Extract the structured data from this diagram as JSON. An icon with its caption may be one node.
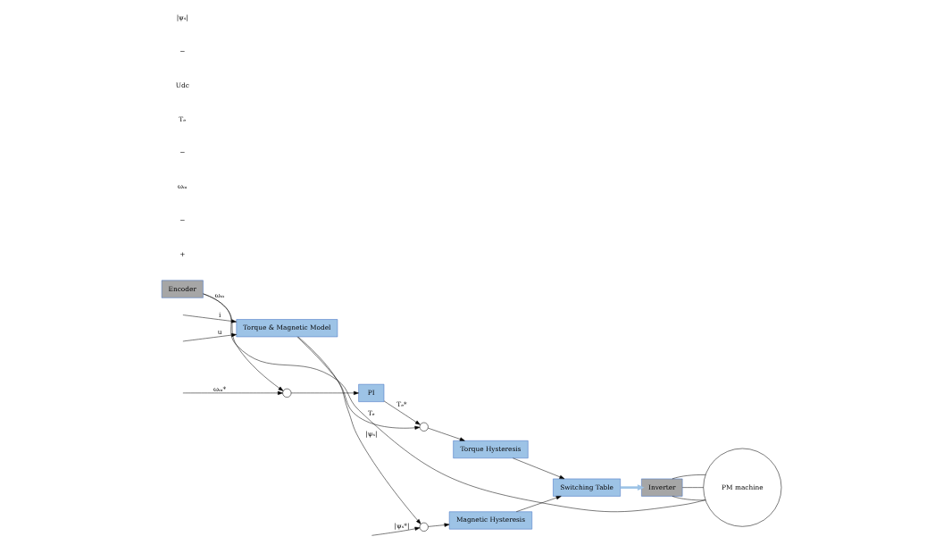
{
  "diagram": {
    "nodes": [
      {
        "text": [],
        "shape": "circle"
      },
      {
        "text": [
          "PI"
        ]
      },
      {
        "text": [],
        "shape": "circle"
      },
      {
        "text": [
          "Torque Hysteresis"
        ]
      },
      {
        "text": [],
        "shape": "circle"
      },
      {
        "text": [
          "Magnetic Hysteresis"
        ]
      },
      {
        "text": [
          "Switching Table"
        ]
      },
      {
        "text": [
          "Inverter"
        ]
      },
      {
        "text": [
          "Torque & Magnetic Model"
        ]
      },
      {
        "text": [
          "Encoder"
        ]
      },
      {
        "text": [
          "PM machine"
        ]
      }
    ],
    "edges": [
      {
        "from": null,
        "to": 0,
        "arrow": "to",
        "label": "ωₘ*"
      },
      {
        "from": 0,
        "to": 1,
        "arrow": "to"
      },
      {
        "from": 1,
        "to": 2,
        "arrow": "to",
        "label": "Tₑ*"
      },
      {
        "from": 2,
        "to": 3,
        "arrow": "to"
      },
      {
        "from": null,
        "to": 4,
        "arrow": "to",
        "label": "|ψₛ*|"
      },
      {
        "from": 4,
        "to": 5,
        "arrow": "to"
      },
      {
        "from": 3,
        "to": 6,
        "arrow": "to"
      },
      {
        "from": 5,
        "to": 6,
        "arrow": "to"
      },
      {
        "from": 6,
        "to": 7,
        "arrow": "to",
        "style": "thick",
        "color": "#9dc3e6"
      },
      {
        "from": 8,
        "to": 4,
        "arrow": "to",
        "label": "|ψₛ|"
      },
      {
        "from": 8,
        "to": 2,
        "arrow": "to",
        "label": "Tₑ"
      },
      {
        "from": 7,
        "to": 10,
        "arrow": "none"
      },
      {
        "from": 7,
        "to": 10,
        "arrow": "none"
      },
      {
        "from": 7,
        "to": 10,
        "arrow": "none"
      },
      {
        "from": null,
        "to": 8,
        "arrow": "to",
        "label": "i"
      },
      {
        "from": null,
        "to": 8,
        "arrow": "to",
        "label": "u"
      },
      {
        "from": 10,
        "to": 9,
        "arrow": "none"
      },
      {
        "from": 9,
        "to": 0,
        "arrow": "to",
        "label": "ωₘ"
      }
    ],
    "labels": [
      "+",
      "−",
      "ωₘ",
      "−",
      "Tₑ",
      "Udc",
      "−",
      "|ψₛ|"
    ]
  }
}
